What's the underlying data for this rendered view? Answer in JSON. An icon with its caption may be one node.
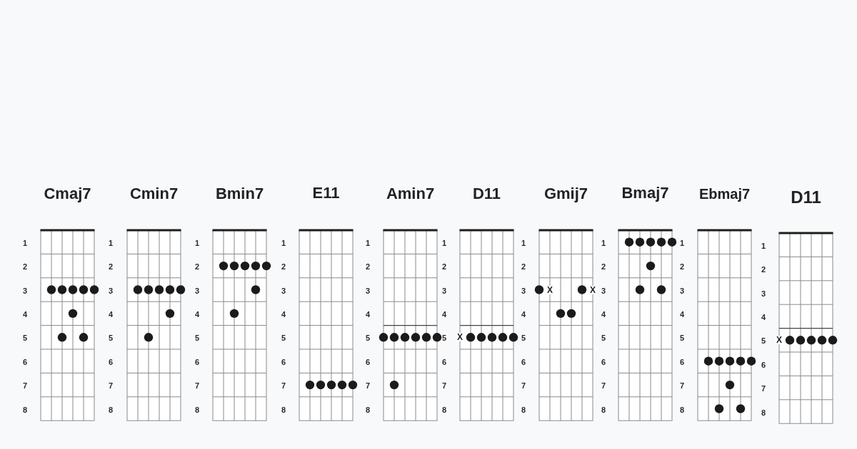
{
  "diagram": {
    "nodes": [
      {
        "text": [
          "Cmaj7"
        ]
      },
      {
        "text": [
          "Cmin7"
        ]
      },
      {
        "text": [
          "Bmin7"
        ]
      },
      {
        "text": [
          "E11"
        ]
      },
      {
        "text": [
          "Amin7"
        ]
      },
      {
        "text": [
          "D11",
          "X"
        ]
      },
      {
        "text": [
          "Gmij7",
          "X",
          "X"
        ]
      },
      {
        "text": [
          "Bmaj7"
        ]
      },
      {
        "text": [
          "Ebmaj7"
        ]
      },
      {
        "text": [
          "D11",
          "X"
        ]
      }
    ],
    "labels": [
      "1",
      "1",
      "1",
      "1",
      "1",
      "1",
      "1",
      "1",
      "1",
      "1",
      "2",
      "2",
      "2",
      "2",
      "2",
      "2",
      "2",
      "2",
      "2",
      "2",
      "3",
      "3",
      "3",
      "3",
      "3",
      "3",
      "3",
      "3",
      "3",
      "3",
      "4",
      "4",
      "4",
      "4",
      "4",
      "4",
      "4",
      "4",
      "4",
      "4",
      "5",
      "5",
      "5",
      "5",
      "5",
      "5",
      "5",
      "5",
      "5",
      "5",
      "6",
      "6",
      "6",
      "6",
      "6",
      "6",
      "6",
      "6",
      "6",
      "6",
      "7",
      "7",
      "7",
      "7",
      "7",
      "7",
      "7",
      "7",
      "7",
      "7",
      "8",
      "8",
      "8",
      "8",
      "8",
      "8",
      "8",
      "8",
      "8",
      "8"
    ]
  }
}
